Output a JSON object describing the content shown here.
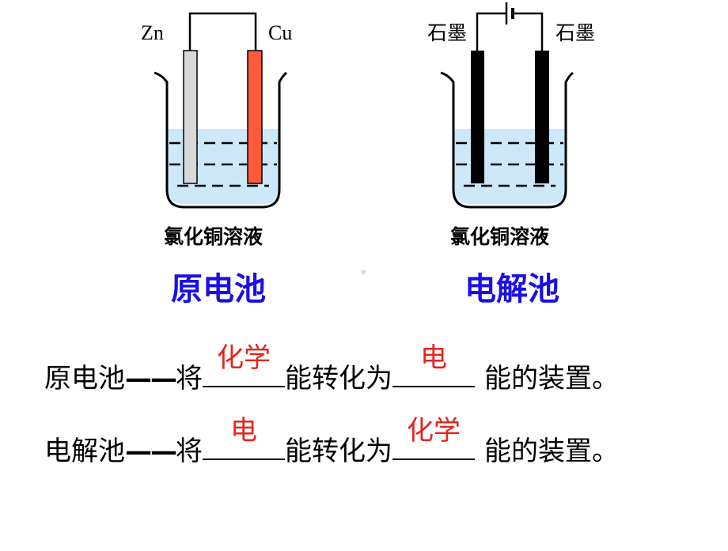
{
  "left_cell": {
    "anode_label": "Zn",
    "cathode_label": "Cu",
    "solution_label": "氯化铜溶液",
    "title": "原电池"
  },
  "right_cell": {
    "anode_label": "石墨",
    "cathode_label": "石墨",
    "solution_label": "氯化铜溶液",
    "title": "电解池"
  },
  "sentences": [
    {
      "subject": "原电池",
      "dash": "——",
      "verb": "将",
      "blank1": "化学",
      "middle": "能转化为",
      "blank2": "电",
      "ending": "能的装置。"
    },
    {
      "subject": "电解池",
      "dash": "——",
      "verb": "将",
      "blank1": "电",
      "middle": "能转化为",
      "blank2": "化学",
      "ending": "能的装置。"
    }
  ],
  "colors": {
    "zinc": "#d9d9d9",
    "copper": "#ff5a3c",
    "graphite": "#000000",
    "solution": "#cde8f8",
    "title_blue": "#1a10e6",
    "answer_red": "#e8231c"
  }
}
